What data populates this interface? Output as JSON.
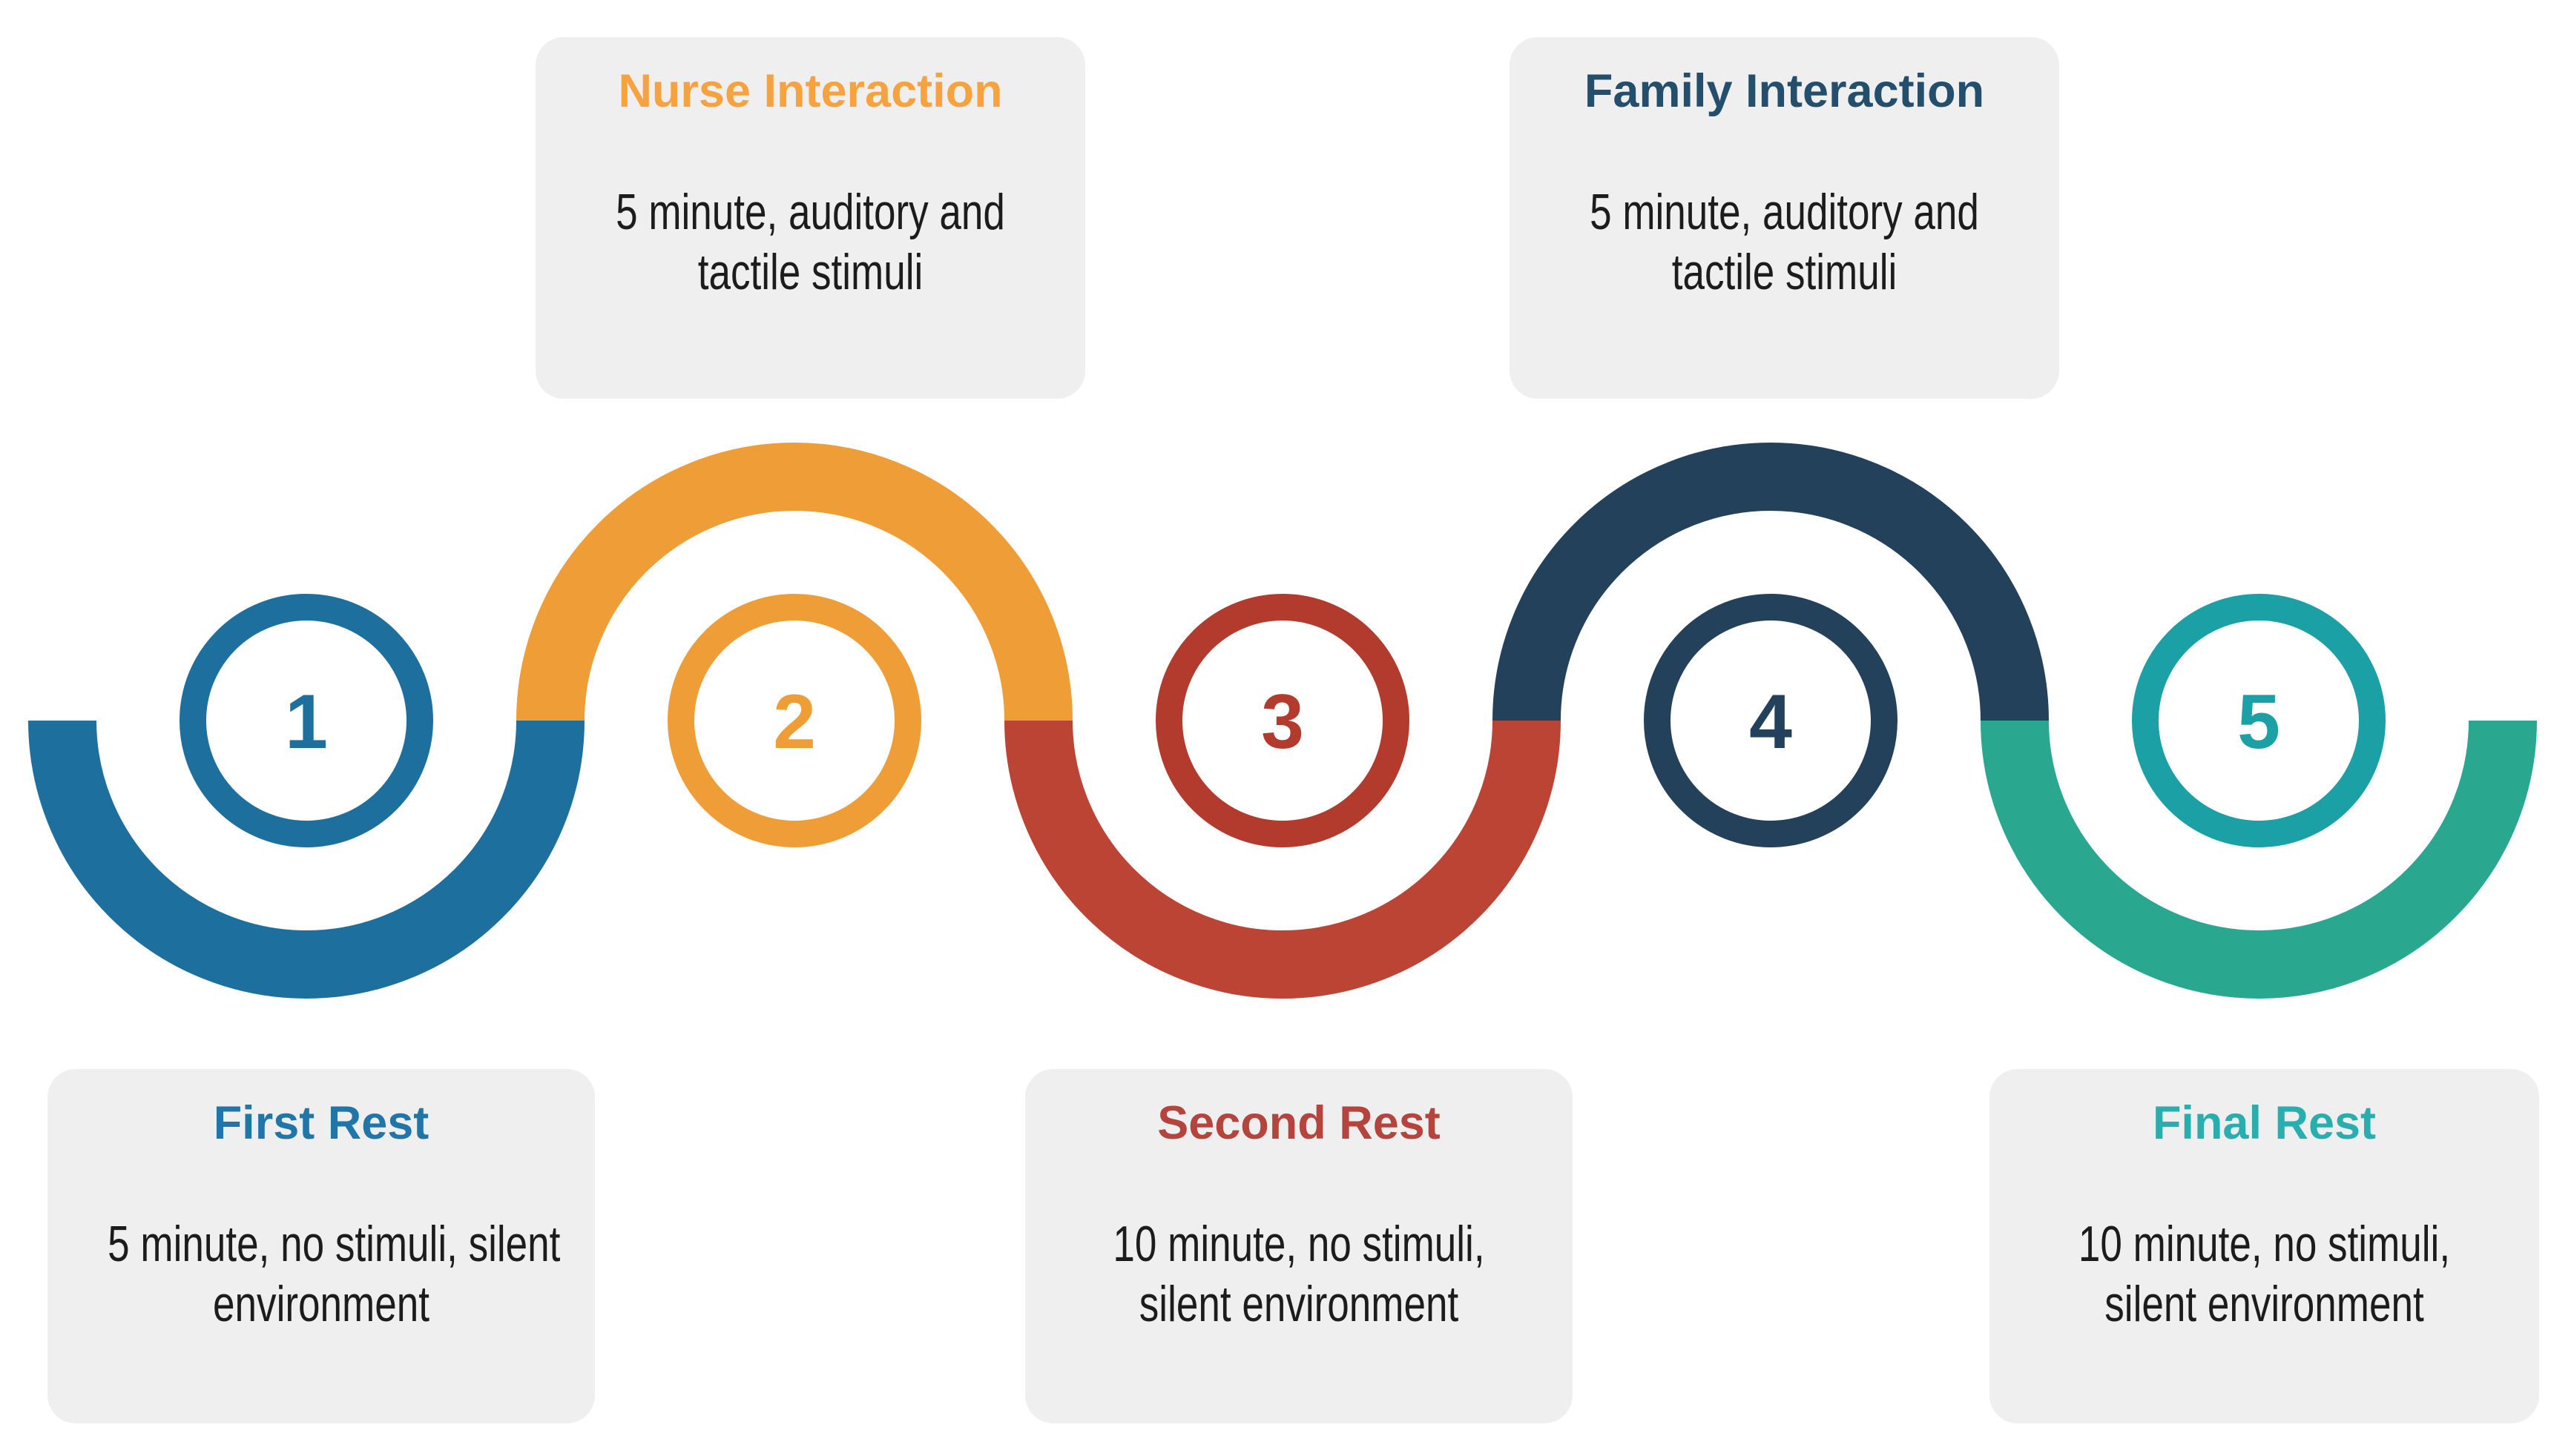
{
  "diagram": {
    "type": "process-timeline",
    "step_count": 5,
    "colors": {
      "background": "#ffffff",
      "card_bg": "#efeff0",
      "body_text": "#1c1c1c"
    },
    "steps": [
      {
        "number": "1",
        "title": "First Rest",
        "card_position": "bottom",
        "desc_lines": [
          "5 minute, no stimuli, silent",
          "environment"
        ],
        "title_color": "#2076a8",
        "ring_color": "#1d6f9e",
        "arc_color": "#1d6f9e",
        "number_color": "#1d6f9e"
      },
      {
        "number": "2",
        "title": "Nurse Interaction",
        "card_position": "top",
        "desc_lines": [
          "5 minute, auditory and",
          "tactile stimuli"
        ],
        "title_color": "#f5a23f",
        "ring_color": "#ef9d36",
        "arc_color": "#ef9d36",
        "number_color": "#ef9d36"
      },
      {
        "number": "3",
        "title": "Second Rest",
        "card_position": "bottom",
        "desc_lines": [
          "10 minute, no stimuli,",
          "silent environment"
        ],
        "title_color": "#b5443c",
        "ring_color": "#b23b2e",
        "arc_color": "#bc4434",
        "number_color": "#b23b2e"
      },
      {
        "number": "4",
        "title": "Family Interaction",
        "card_position": "top",
        "desc_lines": [
          "5 minute, auditory and",
          "tactile stimuli"
        ],
        "title_color": "#234e6c",
        "ring_color": "#24415c",
        "arc_color": "#24415c",
        "number_color": "#24415c"
      },
      {
        "number": "5",
        "title": "Final Rest",
        "card_position": "bottom",
        "desc_lines": [
          "10 minute, no stimuli,",
          "silent environment"
        ],
        "title_color": "#29aeb0",
        "ring_color": "#1aa0a5",
        "arc_color": "#2aa78f",
        "number_color": "#1aa0a5"
      }
    ]
  }
}
